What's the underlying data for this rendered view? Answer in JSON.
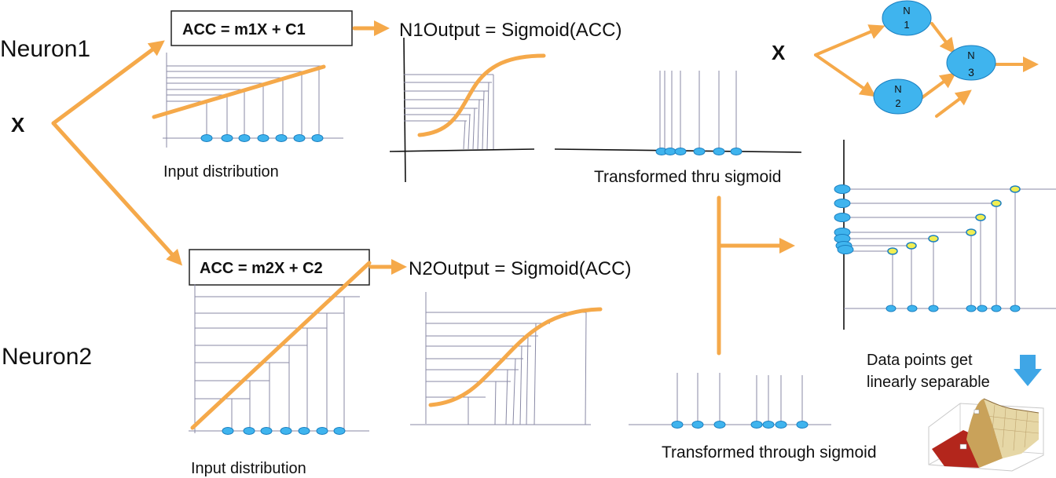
{
  "labels": {
    "neuron1": "Neuron1",
    "neuron2": "Neuron2",
    "x_input": "X",
    "x_network": "X",
    "acc1": "ACC = m1X + C1",
    "acc2": "ACC = m2X + C2",
    "n1output": "N1Output = Sigmoid(ACC)",
    "n2output": "N2Output = Sigmoid(ACC)",
    "input_dist_1": "Input distribution",
    "input_dist_2": "Input distribution",
    "transformed_1": "Transformed thru sigmoid",
    "transformed_2": "Transformed through sigmoid",
    "separable_line1": "Data points get",
    "separable_line2": "linearly separable"
  },
  "network": {
    "n1": [
      "N",
      "1"
    ],
    "n2": [
      "N",
      "2"
    ],
    "n3": [
      "N",
      "3"
    ]
  },
  "colors": {
    "arrow": "#f5a94a",
    "data_point": "#3fb4ee",
    "data_point_highlight": "#f1ee52",
    "grid_line": "#8a8aa6",
    "down_arrow": "#3fa6e6"
  },
  "icons": {
    "surface_plot": "3d-surface-plot-icon",
    "down_arrow": "down-arrow-icon"
  }
}
